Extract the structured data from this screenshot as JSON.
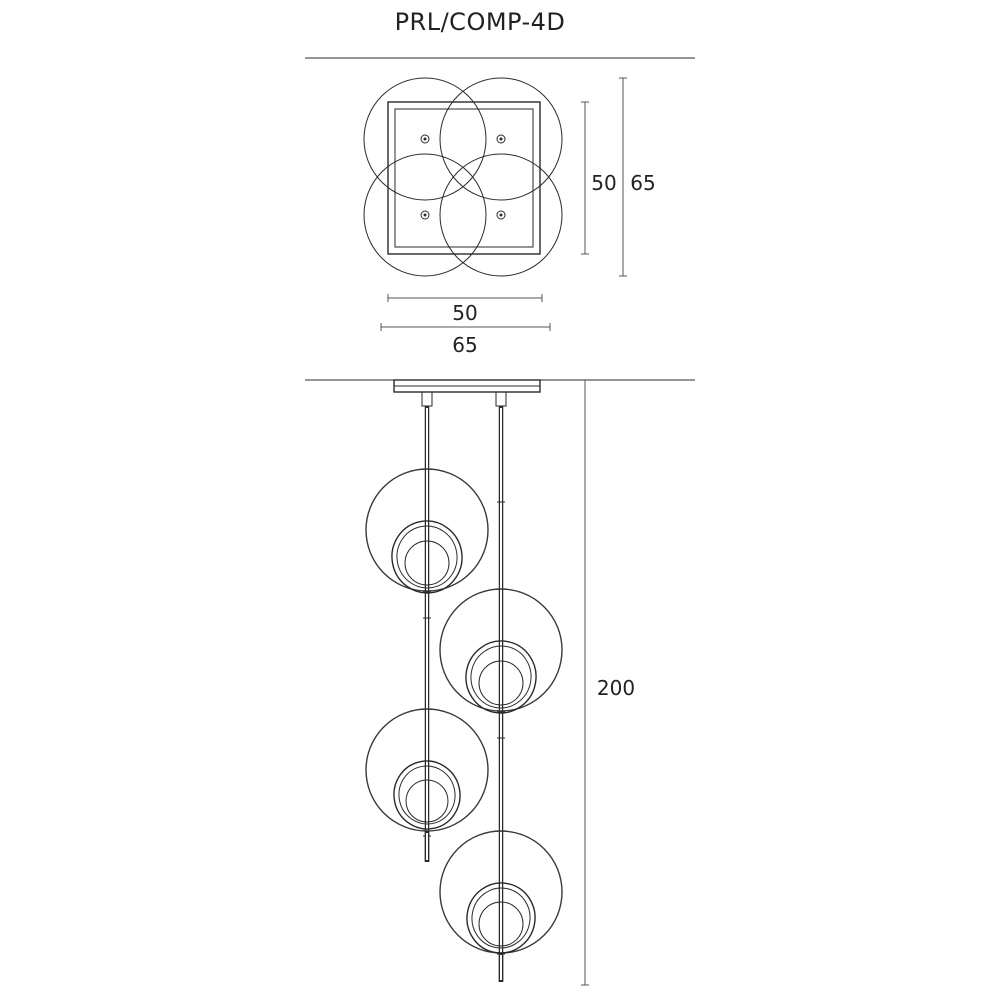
{
  "title": "PRL/COMP-4D",
  "top_view": {
    "dim_inner_height": "50",
    "dim_outer_height": "65",
    "dim_inner_width": "50",
    "dim_outer_width": "65"
  },
  "side_view": {
    "dim_total_height": "200"
  },
  "icons": {
    "globe": "glass-globe-icon",
    "bulb": "bulb-icon",
    "canopy": "ceiling-canopy-icon",
    "mount": "mounting-point-icon"
  },
  "colors": {
    "line": "#2a2a2a",
    "background": "#ffffff"
  }
}
